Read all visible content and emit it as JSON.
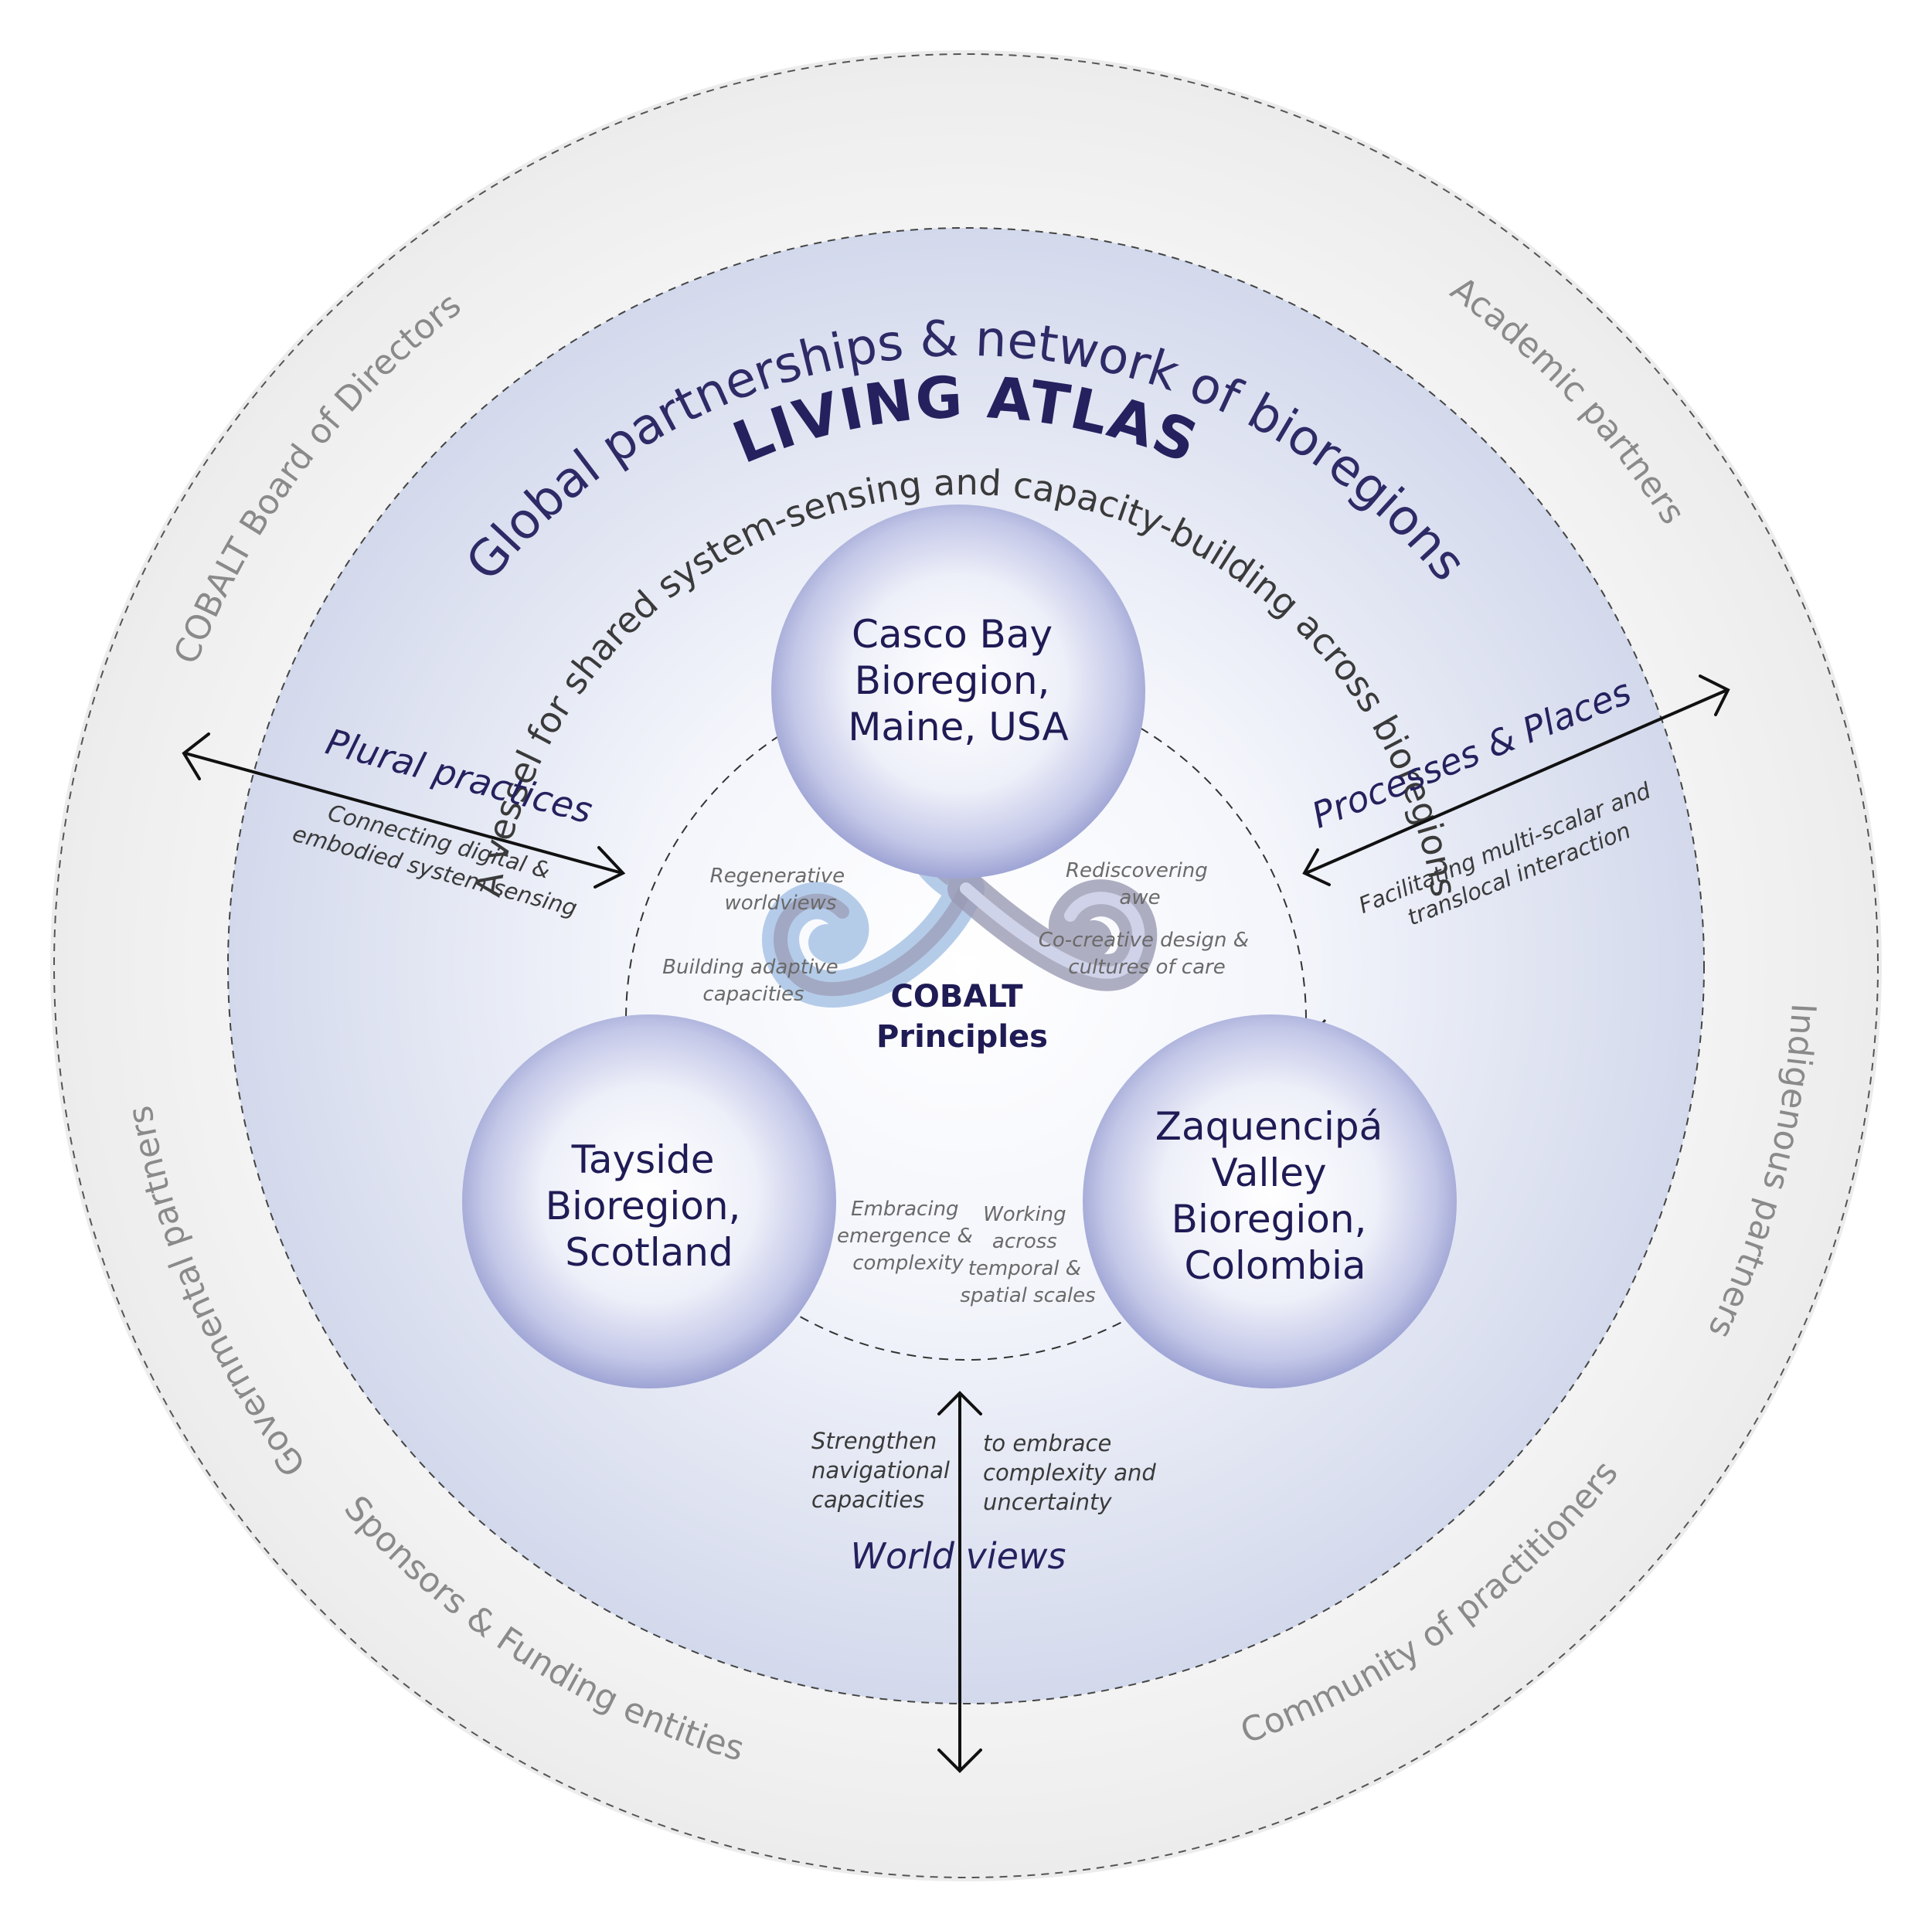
{
  "outer_ring": {
    "title": "Global partnerships & network of bioregions",
    "partners": {
      "board": "COBALT Board of Directors",
      "academic": "Academic partners",
      "indigenous": "Indigenous partners",
      "community": "Community of practitioners",
      "sponsors": "Sponsors & Funding entities",
      "governmental": "Governmental partners"
    }
  },
  "living_atlas": {
    "title": "LIVING ATLAS",
    "subtitle": "A vessel for shared system-sensing and capacity-building across bioregions"
  },
  "bioregions": {
    "casco": [
      "Casco Bay",
      "Bioregion,",
      "Maine, USA"
    ],
    "tayside": [
      "Tayside",
      "Bioregion,",
      "Scotland"
    ],
    "zaquencipa": [
      "Zaquencipá",
      "Valley",
      "Bioregion,",
      "Colombia"
    ]
  },
  "center": {
    "lines": [
      "COBALT",
      "Principles"
    ]
  },
  "principles": {
    "regenerative": [
      "Regenerative",
      "worldviews"
    ],
    "adaptive": [
      "Building adaptive",
      "capacities"
    ],
    "awe": [
      "Rediscovering",
      "awe"
    ],
    "cocreative": [
      "Co-creative design &",
      "cultures of care"
    ],
    "emergence": [
      "Embracing",
      "emergence &",
      "complexity"
    ],
    "scales": [
      "Working",
      "across",
      "temporal &",
      "spatial scales"
    ]
  },
  "axes": {
    "plural": {
      "title": "Plural practices",
      "sub": [
        "Connecting digital &",
        "embodied system sensing"
      ]
    },
    "processes": {
      "title": "Processes & Places",
      "sub": [
        "Facilitating  multi-scalar and",
        "translocal interaction"
      ]
    },
    "world": {
      "title": "World views",
      "left": [
        "Strengthen",
        "navigational",
        "capacities"
      ],
      "right": [
        "to embrace",
        "complexity and",
        "uncertainty"
      ]
    }
  },
  "colors": {
    "outer_fill": "#f0f0f0",
    "inner_fill": "#d6dcee",
    "sphere_edge": "#a2a8d6",
    "dark_text": "#25215e",
    "triskele_light": "#a9c4e6",
    "triskele_gray": "#8a8aa6"
  }
}
